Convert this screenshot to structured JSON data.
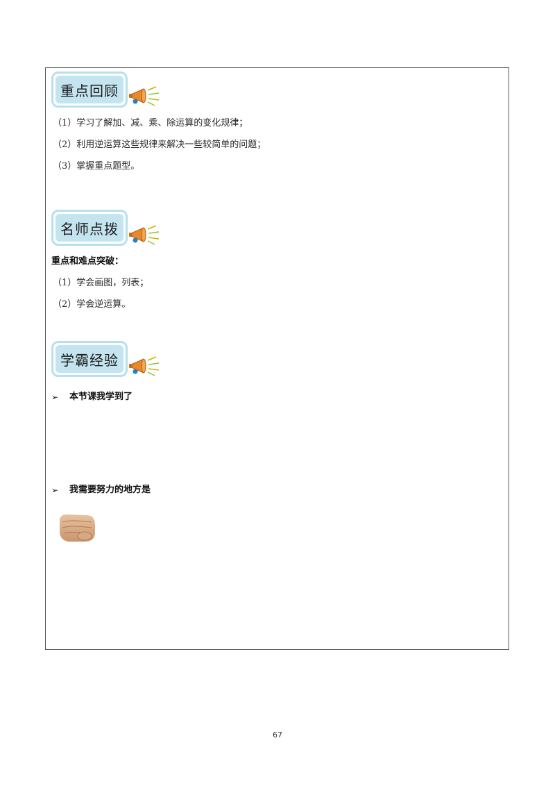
{
  "sections": [
    {
      "title": "重点回顾",
      "lines": [
        "（1）学习了解加、减、乘、除运算的变化规律；",
        "（2）利用逆运算这些规律来解决一些较简单的问题；",
        "（3）掌握重点题型。"
      ]
    },
    {
      "title": "名师点拨",
      "subheading": "重点和难点突破：",
      "lines": [
        "（1）学会画图，列表；",
        "（2）学会逆运算。"
      ]
    },
    {
      "title": "学霸经验",
      "bullets": [
        {
          "marker": "➢",
          "text": "本节课我学到了"
        },
        {
          "marker": "➢",
          "text": "我需要努力的地方是"
        }
      ]
    }
  ],
  "icons": {
    "section_icon": "megaphone-icon",
    "fist_icon": "fist-icon"
  },
  "colors": {
    "title_fill": "#c4e5f0",
    "title_border": "#b5e1ee"
  },
  "page_number": "67"
}
